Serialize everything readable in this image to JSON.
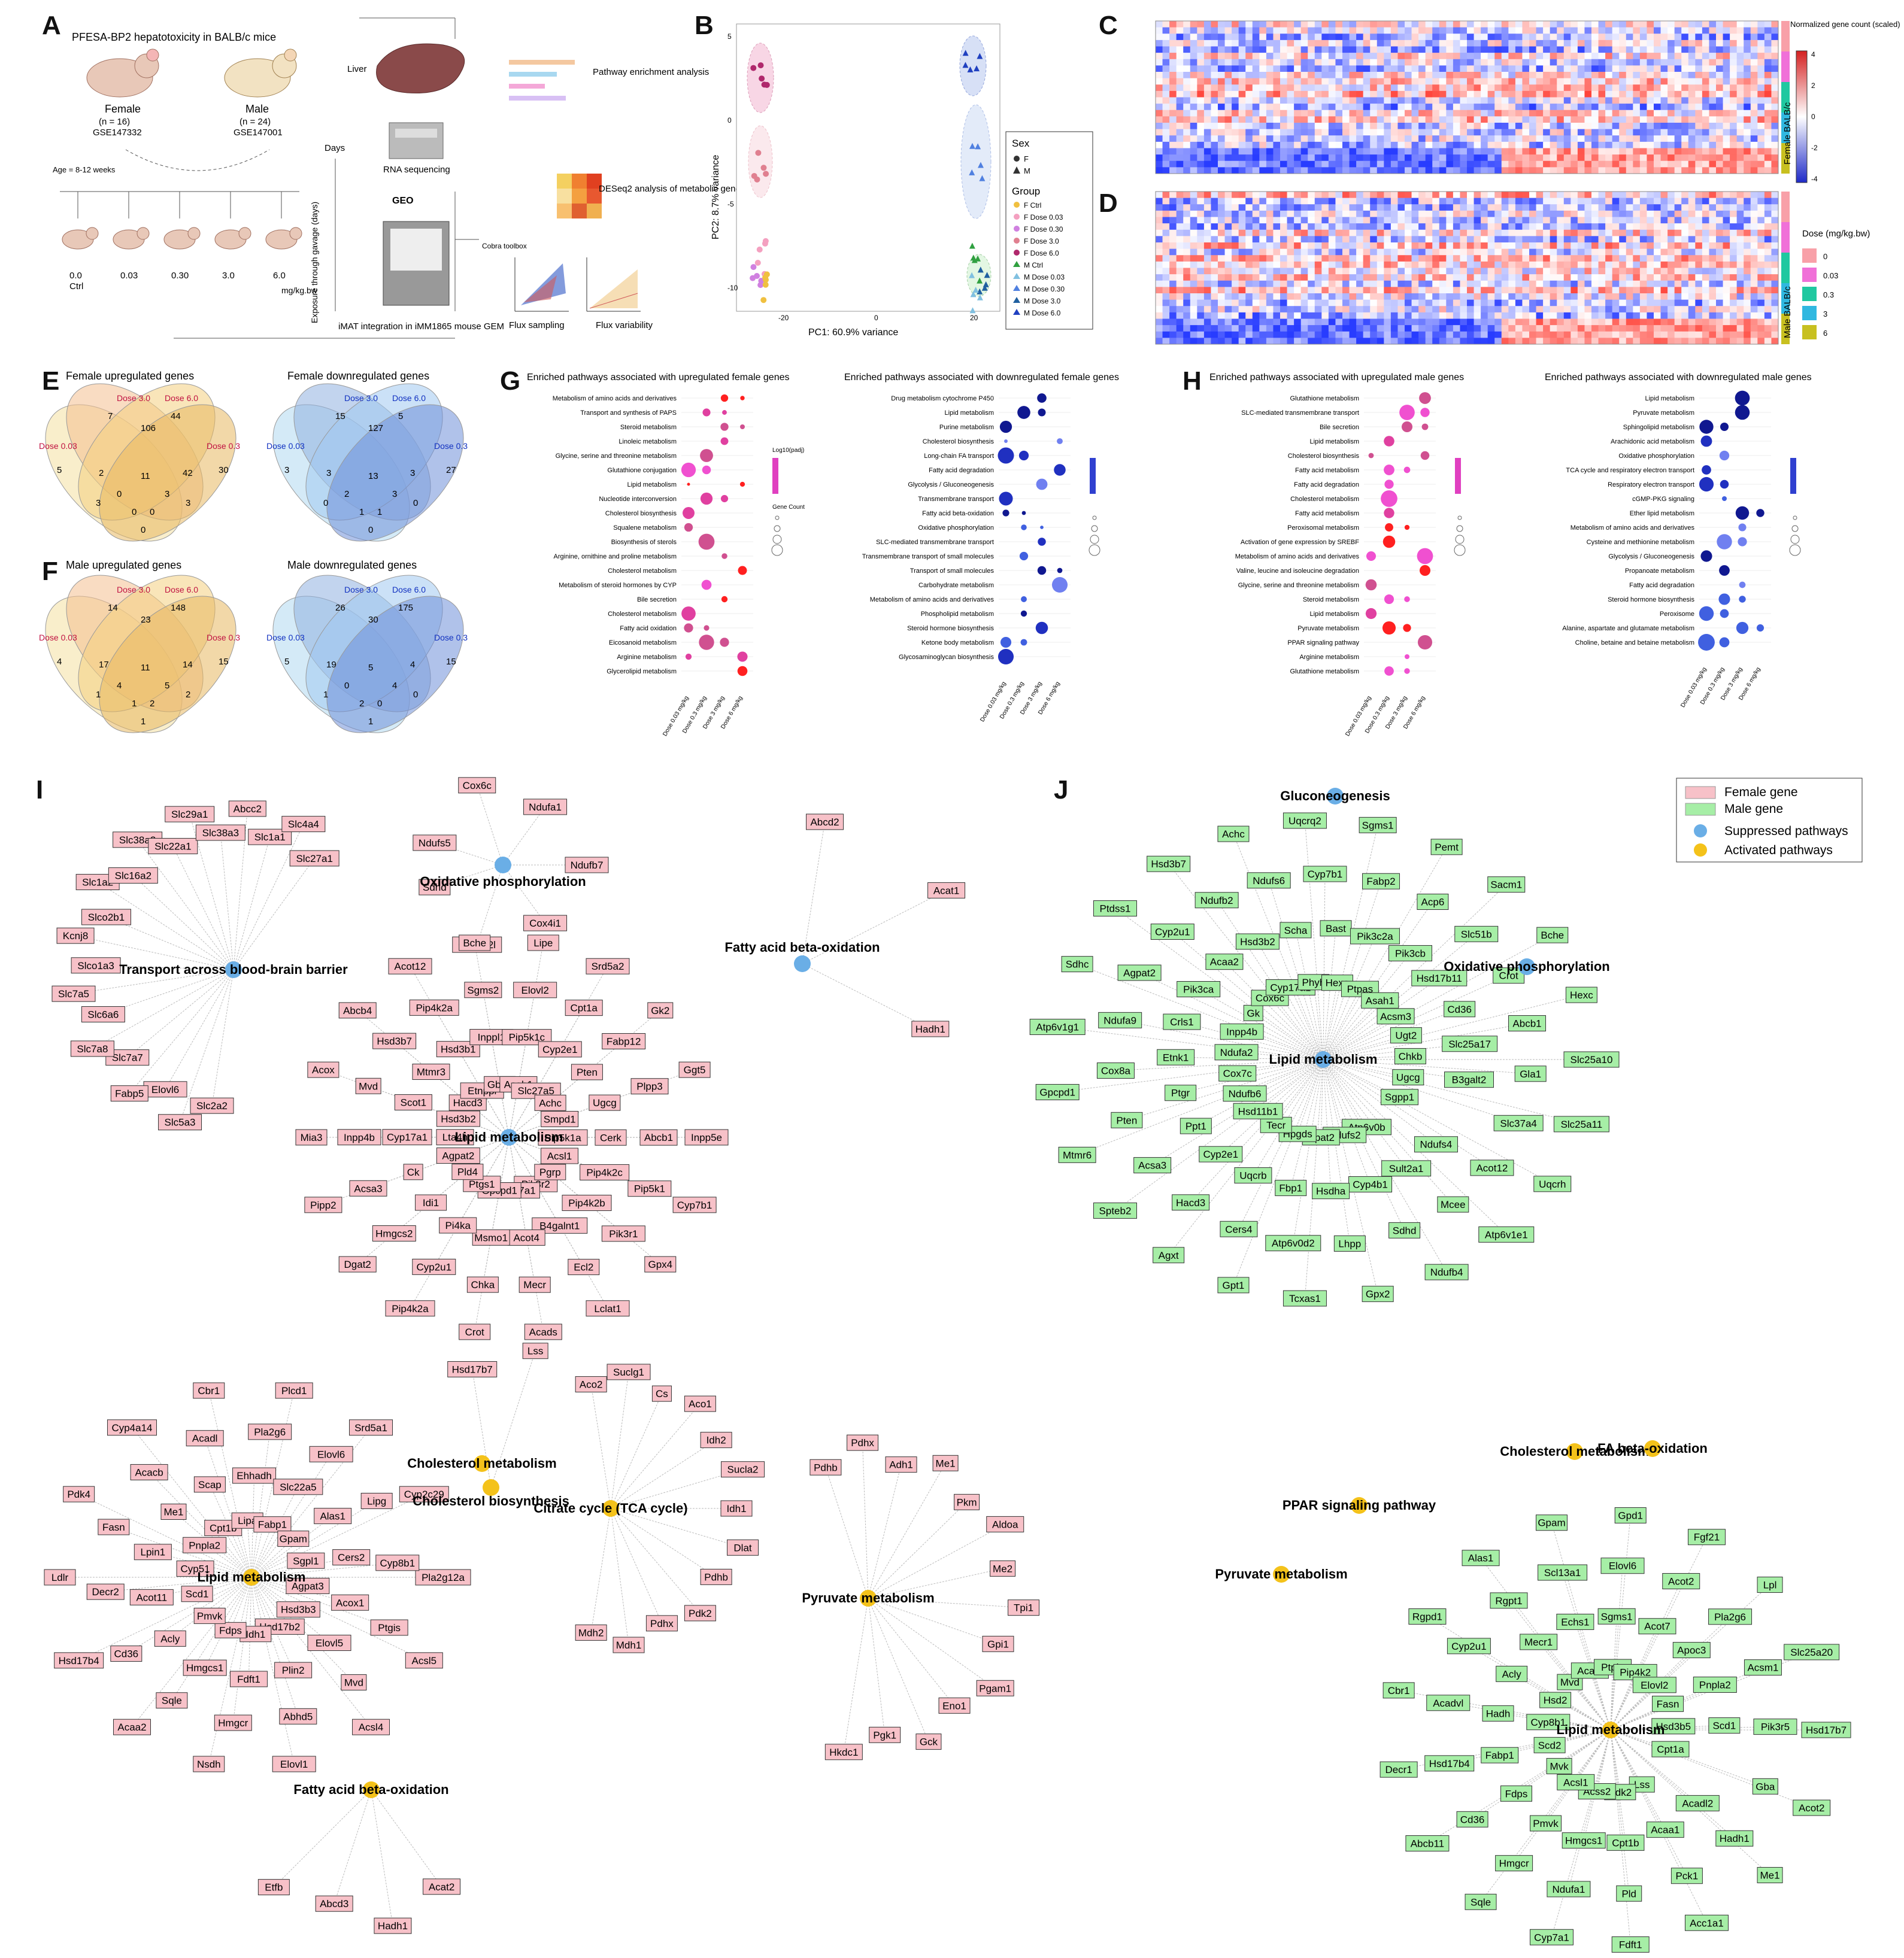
{
  "panel_labels": [
    "A",
    "B",
    "C",
    "D",
    "E",
    "F",
    "G",
    "H",
    "I",
    "J"
  ],
  "panelA": {
    "title": "PFESA-BP2 hepatotoxicity in BALB/c mice",
    "female_label": "Female",
    "female_n": "(n = 16)",
    "female_geo": "GSE147332",
    "male_label": "Male",
    "male_n": "(n = 24)",
    "male_geo": "GSE147001",
    "age_text": "Age = 8-12 weeks",
    "doses": [
      "0.0\nCtrl",
      "0.03",
      "0.30",
      "3.0",
      "6.0"
    ],
    "dose_unit": "mg/kg.bw",
    "days_label": "Days",
    "exposure_label": "Exposure through gavage (days)",
    "liver_label": "Liver",
    "rnaseq_label": "RNA sequencing",
    "pathway_label": "Pathway enrichment analysis",
    "deseq_label": "DESeq2 analysis of metabolic genes",
    "imat_label": "iMAT integration in iMM1865 mouse GEM",
    "cobra_label": "Cobra toolbox",
    "flux_sampling": "Flux sampling",
    "flux_variability": "Flux variability"
  },
  "panelB": {
    "xlabel": "PC1: 60.9% variance",
    "ylabel": "PC2: 8.7% variance",
    "legend_sex_title": "Sex",
    "legend_sex": [
      "F",
      "M"
    ],
    "legend_group_title": "Group",
    "legend_groups": [
      "F Ctrl",
      "F Dose 0.03",
      "F Dose 0.30",
      "F Dose 3.0",
      "F Dose 6.0",
      "M Ctrl",
      "M Dose 0.03",
      "M Dose 0.30",
      "M Dose 3.0",
      "M Dose 6.0"
    ]
  },
  "panelC": {
    "side_label": "Female BALB/c",
    "legend_title": "Normalized gene count (scaled)",
    "legend_ticks": [
      "4",
      "2",
      "0",
      "-2",
      "-4"
    ]
  },
  "panelD": {
    "side_label": "Male BALB/c",
    "legend_title": "Dose (mg/kg.bw)",
    "legend_items": [
      "0",
      "0.03",
      "0.3",
      "3",
      "6"
    ]
  },
  "panelE": {
    "up_title": "Female upregulated genes",
    "down_title": "Female downregulated genes",
    "up_sets": [
      "Dose 3.0",
      "Dose 6.0",
      "Dose 0.03",
      "Dose 0.3"
    ],
    "down_sets": [
      "Dose 3.0",
      "Dose 6.0",
      "Dose 0.03",
      "Dose 0.3"
    ],
    "up_counts": [
      "7",
      "44",
      "5",
      "30",
      "106",
      "2",
      "42",
      "11",
      "0",
      "3",
      "0",
      "0",
      "3",
      "3",
      "0"
    ],
    "down_counts": [
      "15",
      "5",
      "3",
      "27",
      "127",
      "3",
      "3",
      "13",
      "2",
      "3",
      "1",
      "1",
      "0",
      "0",
      "0"
    ]
  },
  "panelF": {
    "up_title": "Male upregulated genes",
    "down_title": "Male downregulated genes",
    "up_sets": [
      "Dose 3.0",
      "Dose 6.0",
      "Dose 0.03",
      "Dose 0.3"
    ],
    "down_sets": [
      "Dose 3.0",
      "Dose 6.0",
      "Dose 0.03",
      "Dose 0.3"
    ],
    "up_counts": [
      "14",
      "148",
      "4",
      "15",
      "23",
      "17",
      "14",
      "11",
      "4",
      "5",
      "1",
      "2",
      "1",
      "2",
      "1"
    ],
    "down_counts": [
      "26",
      "175",
      "5",
      "15",
      "30",
      "19",
      "4",
      "5",
      "0",
      "4",
      "2",
      "0",
      "1",
      "0",
      "1"
    ]
  },
  "panelG": {
    "left_title": "Enriched pathways associated with upregulated female genes",
    "right_title": "Enriched pathways associated with downregulated female genes",
    "left_rows": [
      "Metabolism of amino acids and derivatives",
      "Transport and synthesis of PAPS",
      "Steroid metabolism",
      "Linoleic metabolism",
      "Glycine, serine and threonine metabolism",
      "Glutathione conjugation",
      "Lipid metabolism",
      "Nucleotide interconversion",
      "Cholesterol biosynthesis",
      "Squalene metabolism",
      "Biosynthesis of sterols",
      "Arginine, ornithine and proline metabolism",
      "Cholesterol metabolism",
      "Metabolism of steroid hormones by CYP",
      "Bile secretion",
      "Cholesterol metabolism",
      "Fatty acid oxidation",
      "Eicosanoid metabolism",
      "Arginine metabolism",
      "Glycerolipid metabolism"
    ],
    "right_rows": [
      "Drug metabolism cytochrome P450",
      "Lipid metabolism",
      "Purine metabolism",
      "Cholesterol biosynthesis",
      "Long-chain FA transport",
      "Fatty acid degradation",
      "Glycolysis / Gluconeogenesis",
      "Transmembrane transport",
      "Fatty acid beta-oxidation",
      "Oxidative phosphorylation",
      "SLC-mediated transmembrane transport",
      "Transmembrane transport of small molecules",
      "Transport of small molecules",
      "Carbohydrate metabolism",
      "Metabolism of amino acids and derivatives",
      "Phospholipid metabolism",
      "Steroid hormone biosynthesis",
      "Ketone body metabolism",
      "Glycosaminoglycan biosynthesis"
    ],
    "x_ticks": [
      "Dose 0.03 mg/kg",
      "Dose 0.3 mg/kg",
      "Dose 3 mg/kg",
      "Dose 6 mg/kg"
    ],
    "legend_title": "Log10(padj)",
    "legend_count": "Gene Count"
  },
  "panelH": {
    "left_title": "Enriched pathways associated with upregulated male genes",
    "right_title": "Enriched pathways associated with downregulated male genes",
    "left_rows": [
      "Glutathione metabolism",
      "SLC-mediated transmembrane transport",
      "Bile secretion",
      "Lipid metabolism",
      "Cholesterol biosynthesis",
      "Fatty acid metabolism",
      "Fatty acid degradation",
      "Cholesterol metabolism",
      "Fatty acid metabolism",
      "Peroxisomal metabolism",
      "Activation of gene expression by SREBF",
      "Metabolism of amino acids and derivatives",
      "Valine, leucine and isoleucine degradation",
      "Glycine, serine and threonine metabolism",
      "Steroid metabolism",
      "Lipid metabolism",
      "Pyruvate metabolism",
      "PPAR signaling pathway",
      "Arginine metabolism",
      "Glutathione metabolism"
    ],
    "right_rows": [
      "Lipid metabolism",
      "Pyruvate metabolism",
      "Sphingolipid metabolism",
      "Arachidonic acid metabolism",
      "Oxidative phosphorylation",
      "TCA cycle and respiratory electron transport",
      "Respiratory electron transport",
      "cGMP-PKG signaling",
      "Ether lipid metabolism",
      "Metabolism of amino acids and derivatives",
      "Cysteine and methionine metabolism",
      "Glycolysis / Gluconeogenesis",
      "Propanoate metabolism",
      "Fatty acid degradation",
      "Steroid hormone biosynthesis",
      "Peroxisome",
      "Alanine, aspartate and glutamate metabolism",
      "Choline, betaine and betaine metabolism"
    ],
    "x_ticks": [
      "Dose 0.03 mg/kg",
      "Dose 0.3 mg/kg",
      "Dose 3 mg/kg",
      "Dose 6 mg/kg"
    ]
  },
  "panelI": {
    "hubs": {
      "oxphos": "Oxidative phosphorylation",
      "bbb": "Transport across blood-brain barrier",
      "lipid_s": "Lipid metabolism",
      "fao_s": "Fatty acid beta-oxidation",
      "chol_met": "Cholesterol metabolism",
      "chol_bio": "Cholesterol biosynthesis",
      "tca": "Citrate cycle (TCA cycle)",
      "lipid_a": "Lipid metabolism",
      "pyr": "Pyruvate metabolism",
      "fao_a": "Fatty acid beta-oxidation"
    },
    "genes_oxphos": [
      "Ndufs5",
      "Cox6c",
      "Ndufa1",
      "Ndufb7",
      "Cox4i1",
      "Cox7a2l",
      "Sdhd"
    ],
    "genes_bbb": [
      "Slc2a2",
      "Slc5a3",
      "Elovl6",
      "Fabp5",
      "Slc7a7",
      "Slc7a8",
      "Slc6a6",
      "Slc7a5",
      "Slco1a3",
      "Kcnj8",
      "Slco2b1",
      "Slc1a2",
      "Slc16a2",
      "Slc38a2",
      "Slc22a1",
      "Slc29a1",
      "Slc38a3",
      "Abcc2",
      "Slc1a1",
      "Slc4a4",
      "Slc27a1"
    ],
    "genes_lipid_s": [
      "Inpp5e",
      "Pip5k1",
      "Pip4k2b",
      "Pik3r2",
      "Cyp7b1",
      "Pik3r1",
      "B4galnt1",
      "Cyp7a1",
      "Gpx4",
      "Ecl2",
      "Acot4",
      "Gpcpd1",
      "Lclat1",
      "Mecr",
      "Msmo1",
      "Ptgs1",
      "Acads",
      "Chka",
      "Pi4ka",
      "Pld4",
      "Crot",
      "Cyp2u1",
      "Idi1",
      "Agpat2",
      "Pip4k2a",
      "Hmgcs2",
      "Ck",
      "Lta4h",
      "Dgat2",
      "Acsa3",
      "Cyp17a1",
      "Hsd3b2",
      "Pipp2",
      "Inpp4b",
      "Scot1",
      "Hacd3",
      "Mia3",
      "Mvd",
      "Mtmr3",
      "Etnppl",
      "Acox",
      "Hsd3b7",
      "Hsd3b1",
      "Gba2",
      "Abcb4",
      "Pip4k2a",
      "Inppl1",
      "Asah1",
      "Acot12",
      "Sgms2",
      "Pip5k1c",
      "Slc27a5",
      "Bche",
      "Elovl2",
      "Cyp2e1",
      "Achc",
      "Lipe",
      "Cpt1a",
      "Pten",
      "Smpd1",
      "Srd5a2",
      "Fabp12",
      "Ugcg",
      "Pip5k1a",
      "Gk2",
      "Plpp3",
      "Cerk",
      "Acsl1",
      "Ggt5",
      "Abcb1",
      "Pip4k2c",
      "Pgrp"
    ],
    "genes_fao_s": [
      "Abcd2",
      "Acat1",
      "Hadh1"
    ],
    "genes_chol": [
      "Hsd17b7",
      "Lss"
    ],
    "genes_lipid_a": [
      "Pla2g12a",
      "Ptgis",
      "Elovl5",
      "Hsd17b2",
      "Acsl5",
      "Mvd",
      "Plin2",
      "Idh1",
      "Acsl4",
      "Abhd5",
      "Fdft1",
      "Fdps",
      "Elovl1",
      "Hmgcr",
      "Hmgcs1",
      "Pmvk",
      "Nsdh",
      "Sqle",
      "Acly",
      "Scd1",
      "Acaa2",
      "Cd36",
      "Acot11",
      "Cyp51",
      "Hsd17b4",
      "Decr2",
      "Lpin1",
      "Pnpla2",
      "Ldlr",
      "Fasn",
      "Me1",
      "Cpt1b",
      "Pdk4",
      "Acacb",
      "Scap",
      "Lipa",
      "Cyp4a14",
      "Acadl",
      "Ehhadh",
      "Fabp1",
      "Cbr1",
      "Pla2g6",
      "Slc22a5",
      "Gpam",
      "Plcd1",
      "Elovl6",
      "Alas1",
      "Sgpl1",
      "Srd5a1",
      "Lipg",
      "Cers2",
      "Agpat3",
      "Cyp2c29",
      "Cyp8b1",
      "Acox1",
      "Hsd3b3"
    ],
    "genes_tca": [
      "Aco2",
      "Suclg1",
      "Cs",
      "Aco1",
      "Idh2",
      "Sucla2",
      "Idh1",
      "Dlat",
      "Pdhb",
      "Pdk2",
      "Pdhx",
      "Mdh1",
      "Mdh2"
    ],
    "genes_pyr": [
      "Pdhb",
      "Pdhx",
      "Adh1",
      "Me1",
      "Pkm",
      "Aldoa",
      "Me2",
      "Tpi1",
      "Gpi1",
      "Pgam1",
      "Eno1",
      "Gck",
      "Pgk1",
      "Hkdc1"
    ],
    "genes_fao_a": [
      "Acat2",
      "Hadh1",
      "Abcd3",
      "Etfb"
    ]
  },
  "panelJ": {
    "legend": [
      "Female gene",
      "Male gene",
      "Suppressed pathways",
      "Activated pathways"
    ],
    "hubs": {
      "gluco": "Gluconeogenesis",
      "oxphos": "Oxidative phosphorylation",
      "lipid_s": "Lipid metabolism",
      "chol": "Cholesterol metabolism",
      "fa": "FA beta-oxidation",
      "ppar": "PPAR signaling pathway",
      "pyr": "Pyruvate metabolism",
      "lipid_a": "Lipid metabolism"
    },
    "genes_supp": [
      "Slc25a10",
      "Slc37a4",
      "Ndufs4",
      "Atp6v0b",
      "Slc25a11",
      "Acot12",
      "Sult2a1",
      "Ndufs2",
      "Uqcrh",
      "Mcee",
      "Cyp4b1",
      "Dpat2",
      "Atp6v1e1",
      "Sdhd",
      "Hsdha",
      "Hpgds",
      "Ndufb4",
      "Lhpp",
      "Fbp1",
      "Tecr",
      "Gpx2",
      "Atp6v0d2",
      "Uqcrb",
      "Hsd11b1",
      "Tcxas1",
      "Cers4",
      "Cyp2e1",
      "Ndufb6",
      "Gpt1",
      "Hacd3",
      "Ppt1",
      "Cox7c",
      "Agxt",
      "Acsa3",
      "Ptgr",
      "Ndufa2",
      "Spteb2",
      "Pten",
      "Etnk1",
      "Inpp4b",
      "Mtmr6",
      "Cox8a",
      "Crls1",
      "Gk",
      "Gpcpd1",
      "Ndufa9",
      "Pik3ca",
      "Cox6c",
      "Atp6v1g1",
      "Agpat2",
      "Acaa2",
      "Cyp17a1",
      "Sdhc",
      "Cyp2u1",
      "Hsd3b2",
      "Phyh",
      "Ptdss1",
      "Ndufb2",
      "Scha",
      "Hexa",
      "Hsd3b7",
      "Ndufs6",
      "Bast",
      "Ptpas",
      "Achc",
      "Cyp7b1",
      "Pik3c2a",
      "Asah1",
      "Uqcrq2",
      "Fabp2",
      "Pik3cb",
      "Acsm3",
      "Sgms1",
      "Acp6",
      "Hsd17b11",
      "Ugt2",
      "Pemt",
      "Slc51b",
      "Cd36",
      "Chkb",
      "Sacm1",
      "Crot",
      "Slc25a17",
      "Ugcg",
      "Bche",
      "Abcb1",
      "B3galt2",
      "Sgpp1",
      "Hexc",
      "Gla1"
    ],
    "genes_act": [
      "Hsd17b7",
      "Gba",
      "Acadl2",
      "Lss",
      "Acot2",
      "Hadh1",
      "Acaa1",
      "Pdk2",
      "Me1",
      "Pck1",
      "Cpt1b",
      "Acss2",
      "Acc1a1",
      "Pld",
      "Hmgcs1",
      "Acsl1",
      "Fdft1",
      "Ndufa1",
      "Pmvk",
      "Mvk",
      "Cyp7a1",
      "Hmgcr",
      "Fdps",
      "Scd2",
      "Sqle",
      "Cd36",
      "Fabp1",
      "Cyp8b1",
      "Abcb11",
      "Hsd17b4",
      "Hadh",
      "Hsd2",
      "Decr1",
      "Acadvl",
      "Acly",
      "Mvd",
      "Cbr1",
      "Cyp2u1",
      "Mecr1",
      "Acadl",
      "Rgpd1",
      "Rgpt1",
      "Echs1",
      "Ptpla",
      "Alas1",
      "Scl13a1",
      "Sgms1",
      "Pip4k2",
      "Gpam",
      "Elovl6",
      "Acot7",
      "Elovl2",
      "Gpd1",
      "Acot2",
      "Apoc3",
      "Fasn",
      "Fgf21",
      "Pla2g6",
      "Pnpla2",
      "Hsd3b5",
      "Lpl",
      "Acsm1",
      "Scd1",
      "Cpt1a",
      "Slc25a20",
      "Pik3r5"
    ]
  }
}
